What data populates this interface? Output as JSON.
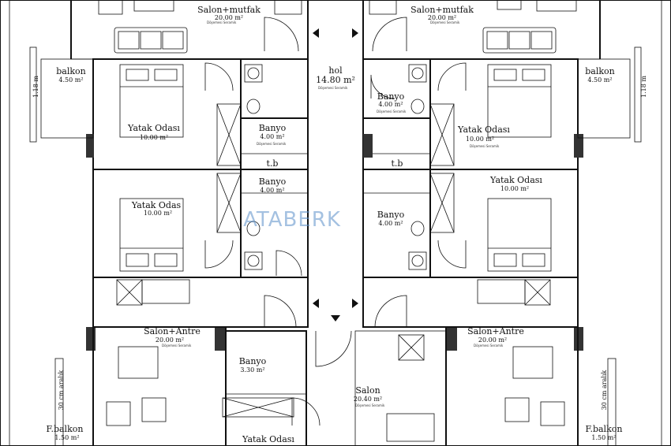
{
  "rooms": {
    "salon_mutfak_left": {
      "name": "Salon+mutfak",
      "area": "20.00 m²"
    },
    "salon_mutfak_right": {
      "name": "Salon+mutfak",
      "area": "20.00 m²"
    },
    "hol": {
      "name": "hol",
      "area": "14.80 m²"
    },
    "balkon_left": {
      "name": "balkon",
      "area": "4.50 m²"
    },
    "balkon_right": {
      "name": "balkon",
      "area": "4.50 m²"
    },
    "yatak_1": {
      "name": "Yatak Odası",
      "area": "10.00 m²"
    },
    "banyo_1": {
      "name": "Banyo",
      "area": "4.00 m²"
    },
    "banyo_2": {
      "name": "Banyo",
      "area": "4.00 m²"
    },
    "yatak_2": {
      "name": "Yatak Odası",
      "area": "10.00 m²"
    },
    "tb_left": {
      "name": "t.b"
    },
    "tb_right": {
      "name": "t.b"
    },
    "banyo_3": {
      "name": "Banyo",
      "area": "4.00 m²"
    },
    "yatak_3": {
      "name": "Yatak Odas",
      "area": "10.00 m²"
    },
    "yatak_4": {
      "name": "Yatak Odası",
      "area": "10.00 m²"
    },
    "banyo_4": {
      "name": "Banyo",
      "area": "4.00 m²"
    },
    "salon_antre_left": {
      "name": "Salon+Antre",
      "area": "20.00 m²"
    },
    "salon_antre_right": {
      "name": "Salon+Antre",
      "area": "20.00 m²"
    },
    "banyo_5": {
      "name": "Banyo",
      "area": "3.30 m²"
    },
    "salon": {
      "name": "Salon",
      "area": "20.40 m²"
    },
    "fbalkon_left": {
      "name": "F.balkon",
      "area": "1.50 m²"
    },
    "fbalkon_right": {
      "name": "F.balkon",
      "area": "1.50 m²"
    },
    "yatak_5": {
      "name": "Yatak Odası"
    }
  },
  "dims": {
    "balkon_side": "1.18 m",
    "fbalkon_side": "30 cm aralık"
  },
  "finish_note": "Döşemesi Seramik",
  "watermark": "ATABERK",
  "colors": {
    "line": "#111111",
    "watermark": "#5b8fc9"
  }
}
